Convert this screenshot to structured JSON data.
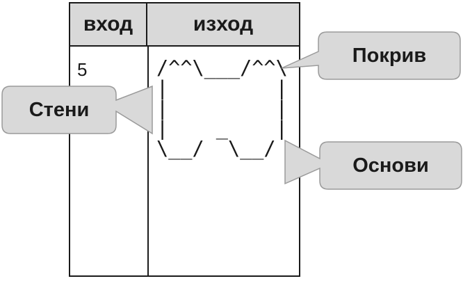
{
  "table": {
    "header_input": "вход",
    "header_output": "изход",
    "input_value": "5",
    "output_lines": [
      "/^^\\___/^^\\",
      "|         |",
      "|         |",
      "|    _    |",
      "\\__/  \\__/"
    ]
  },
  "callouts": {
    "roof": "Покрив",
    "walls": "Стени",
    "base": "Основи"
  },
  "colors": {
    "header_bg": "#d9d9d9",
    "callout_bg": "#d9d9d9",
    "callout_border": "#9a9a9a",
    "text": "#1a1a1a"
  }
}
